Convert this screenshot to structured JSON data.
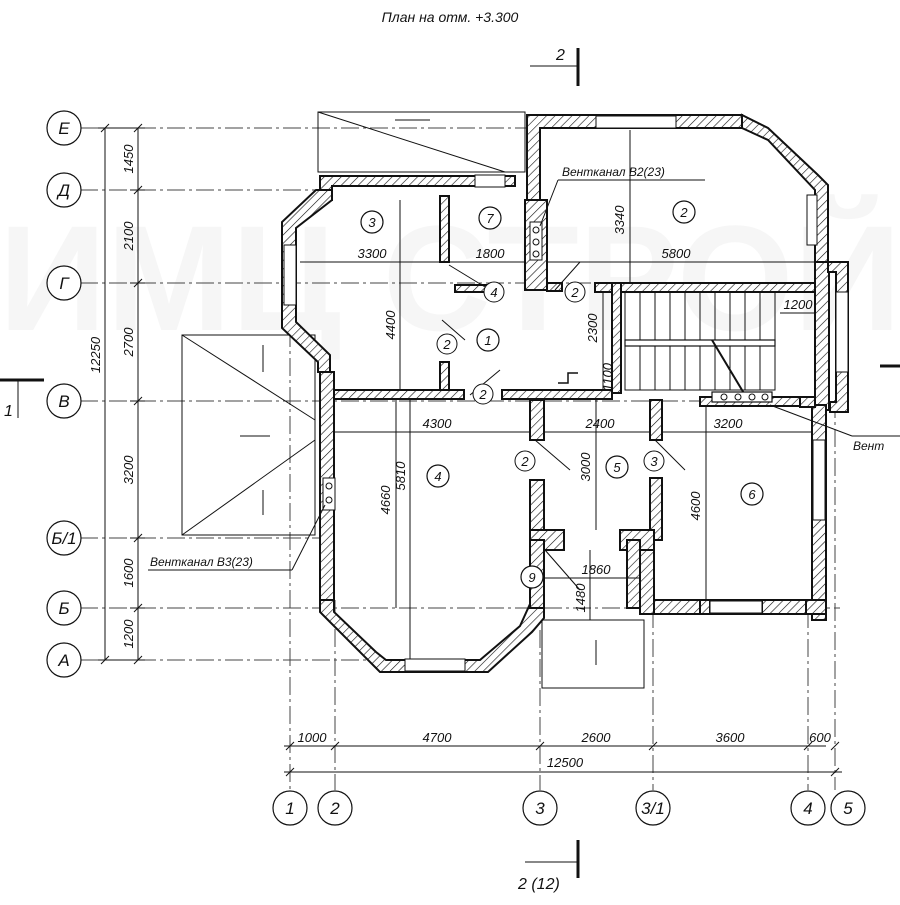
{
  "title": "План на отм. +3.300",
  "section_top": "2",
  "section_bottom": "2 (12)",
  "section_left": "1",
  "axes_rows": [
    "Е",
    "Д",
    "Г",
    "В",
    "Б/1",
    "Б",
    "А"
  ],
  "axes_cols": [
    "1",
    "2",
    "3",
    "3/1",
    "4",
    "5"
  ],
  "dims_left": [
    "1450",
    "2100",
    "2700",
    "3200",
    "1600",
    "1200"
  ],
  "dim_left_total": "12250",
  "dims_bottom": [
    "1000",
    "4700",
    "2600",
    "3600",
    "600"
  ],
  "dim_bottom_total": "12500",
  "room_dims": {
    "d3300": "3300",
    "d1800": "1800",
    "d5800": "5800",
    "d4400": "4400",
    "d3340": "3340",
    "d2300": "2300",
    "d1100": "1100",
    "d1200": "1200",
    "d4300": "4300",
    "d2400": "2400",
    "d3200": "3200",
    "d4660": "4660",
    "d5810": "5810",
    "d3000": "3000",
    "d4600": "4600",
    "d1860": "1860",
    "d1480": "1480"
  },
  "rooms": [
    "1",
    "2",
    "3",
    "4",
    "5",
    "6",
    "7",
    "9"
  ],
  "door_marks": [
    "2",
    "4",
    "2",
    "2",
    "2",
    "3"
  ],
  "vent_labels": {
    "b2": "Вентканал В2(23)",
    "b3": "Вентканал В3(23)",
    "right": "Вент"
  },
  "watermark": "ИМЦ СТРОЙ"
}
